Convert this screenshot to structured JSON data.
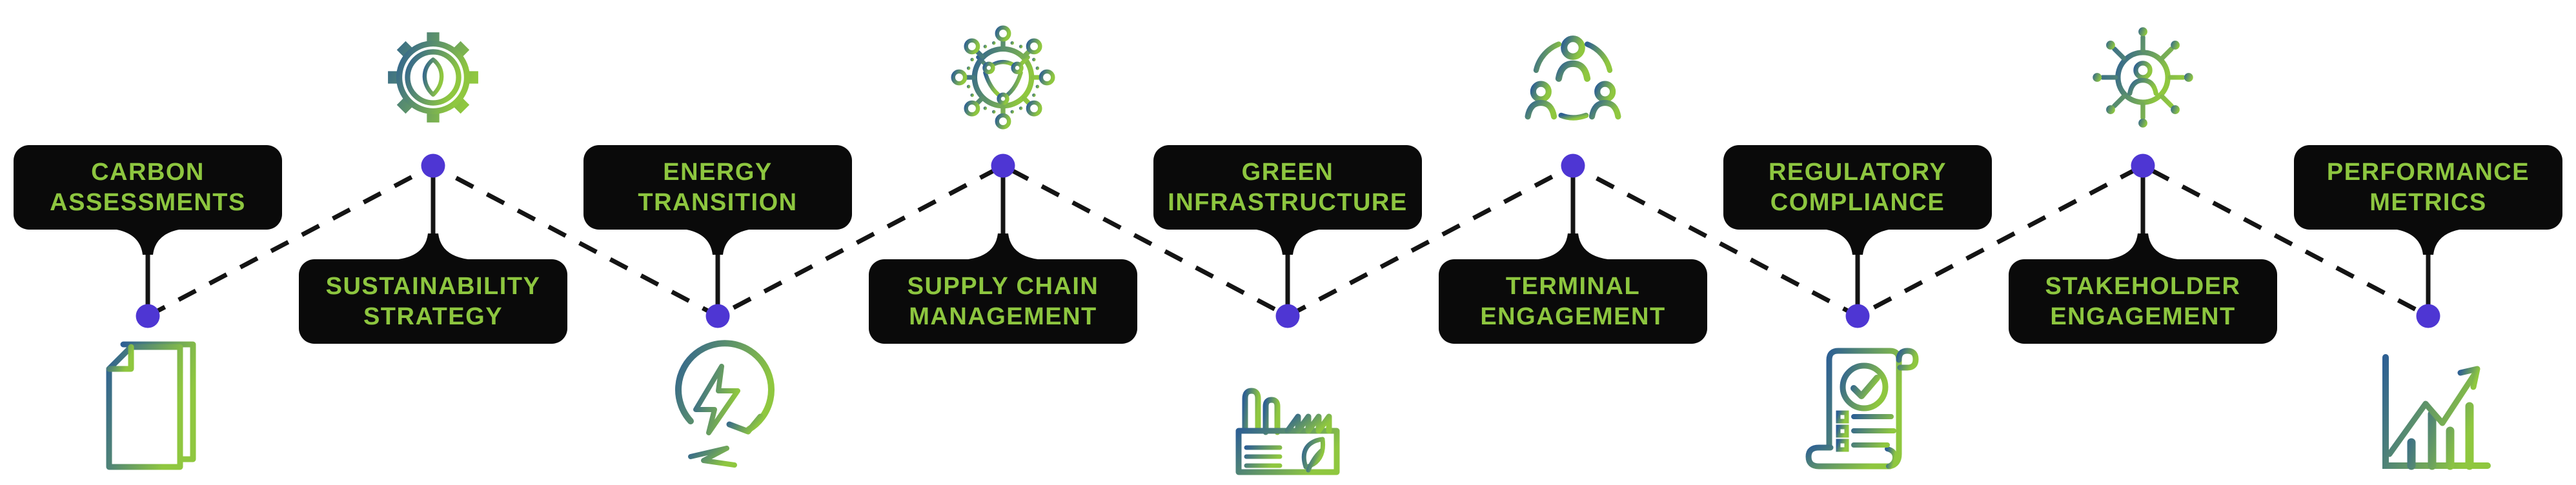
{
  "colors": {
    "background": "#ffffff",
    "label_box": "#0a0a0a",
    "label_text": "#8dc63f",
    "node_dot": "#4e36d3",
    "connector_line": "#141414",
    "icon_gradient_start": "#2e6093",
    "icon_gradient_end": "#8fc73f"
  },
  "items": [
    {
      "label": "CARBON ASSESSMENTS",
      "icon": "documents-icon",
      "label_position": "top"
    },
    {
      "label": "SUSTAINABILITY STRATEGY",
      "icon": "gear-leaf-icon",
      "label_position": "bottom"
    },
    {
      "label": "ENERGY TRANSITION",
      "icon": "energy-cycle-icon",
      "label_position": "top"
    },
    {
      "label": "SUPPLY CHAIN MANAGEMENT",
      "icon": "supply-network-icon",
      "label_position": "bottom"
    },
    {
      "label": "GREEN INFRASTRUCTURE",
      "icon": "factory-leaf-icon",
      "label_position": "top"
    },
    {
      "label": "TERMINAL ENGAGEMENT",
      "icon": "people-circle-icon",
      "label_position": "bottom"
    },
    {
      "label": "REGULATORY COMPLIANCE",
      "icon": "scroll-check-icon",
      "label_position": "top"
    },
    {
      "label": "STAKEHOLDER ENGAGEMENT",
      "icon": "stakeholder-hub-icon",
      "label_position": "bottom"
    },
    {
      "label": "PERFORMANCE METRICS",
      "icon": "chart-growth-icon",
      "label_position": "top"
    }
  ]
}
